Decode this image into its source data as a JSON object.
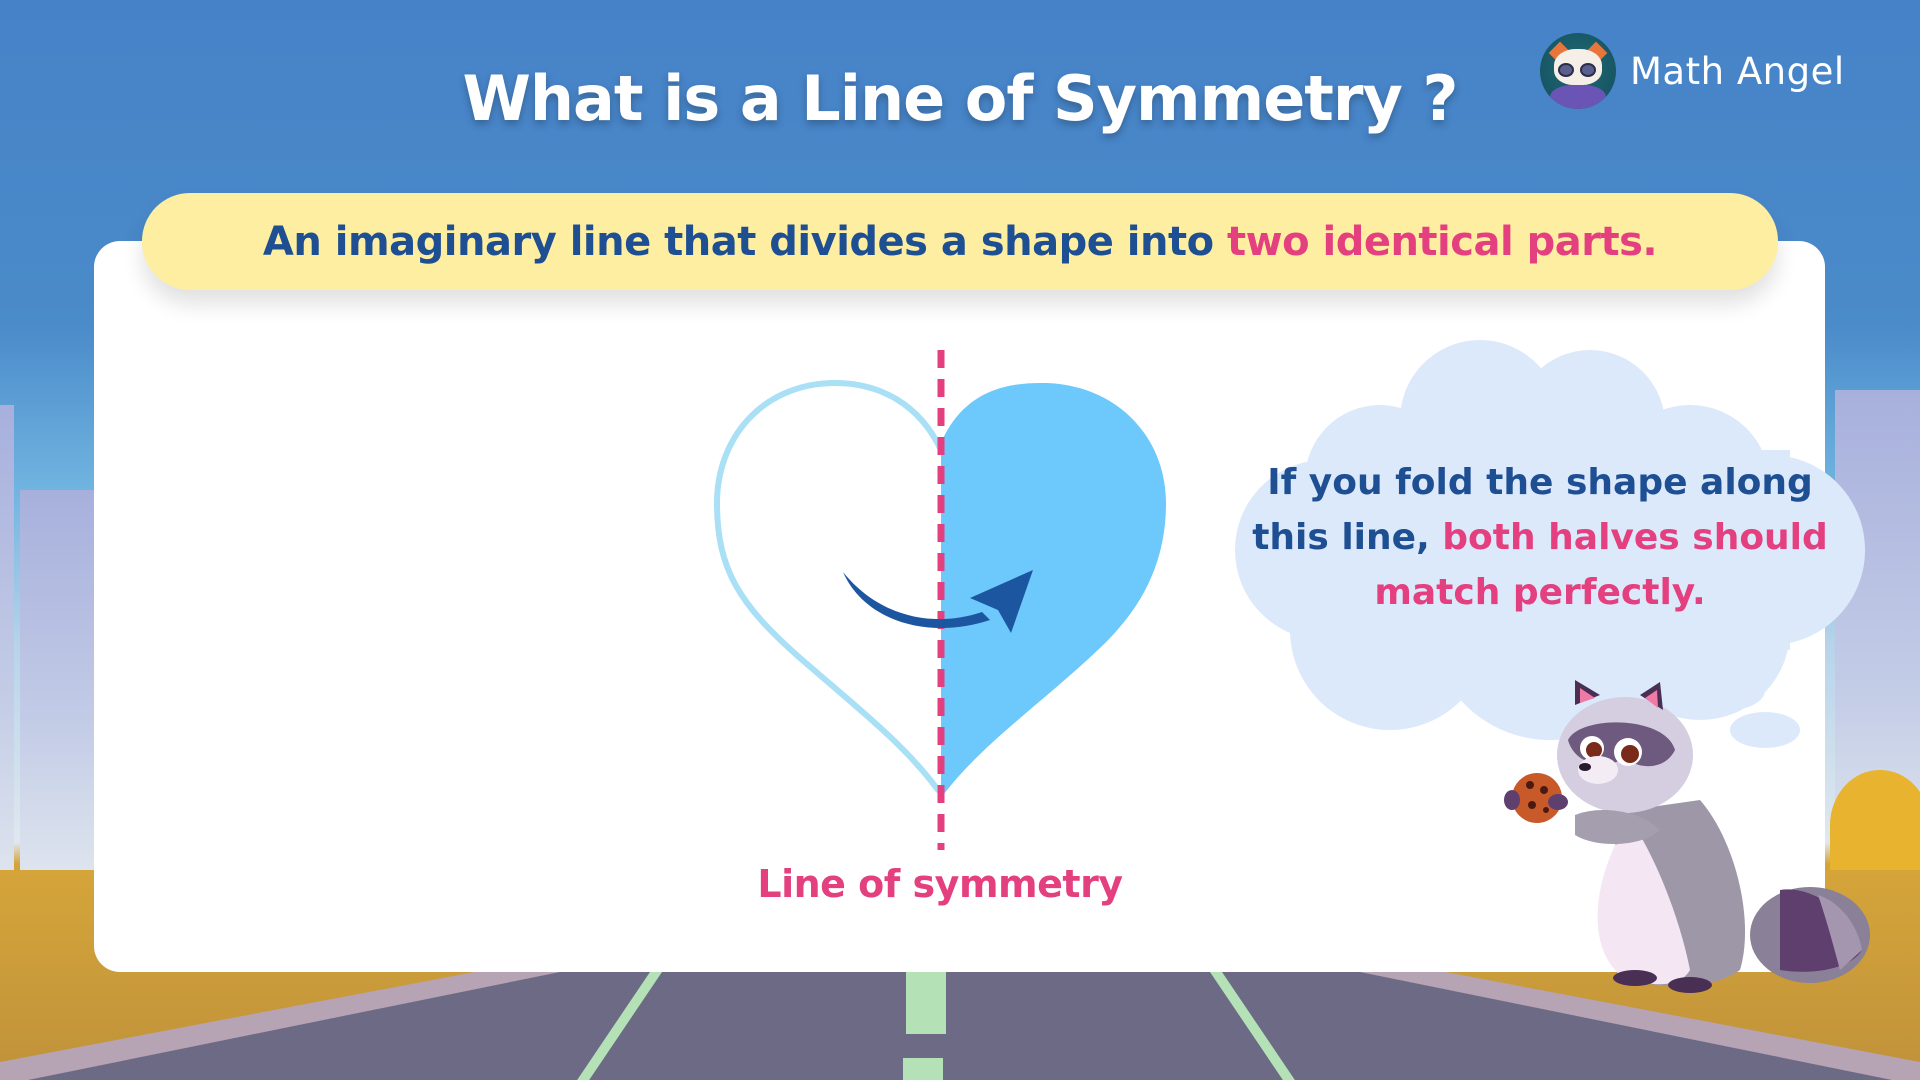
{
  "header": {
    "title": "What is a Line of Symmetry ?",
    "brand": {
      "name": "Math Angel",
      "logo_icon": "cat-with-sunglasses-logo-icon"
    }
  },
  "definition": {
    "prefix": "An imaginary line that divides a shape into ",
    "highlight": "two identical parts."
  },
  "diagram": {
    "shape": "heart",
    "left_half": "outline",
    "right_half": "filled",
    "fold_arrow_icon": "curved-arrow-right-icon",
    "label": "Line of symmetry"
  },
  "thought_bubble": {
    "line1": "If you fold the shape along",
    "line2_prefix": "this line, ",
    "line2_highlight": "both halves should",
    "line3_highlight": "match perfectly."
  },
  "character": {
    "name": "raccoon-holding-cookie"
  },
  "colors": {
    "sky_blue": "#4682c8",
    "banner_yellow": "#feeea2",
    "navy_text": "#1e4f93",
    "pink_accent": "#e43f7e",
    "heart_fill": "#6dc8fb",
    "heart_outline": "#a9e0f6",
    "arrow": "#1d56a0",
    "cloud": "#dce9fb"
  }
}
